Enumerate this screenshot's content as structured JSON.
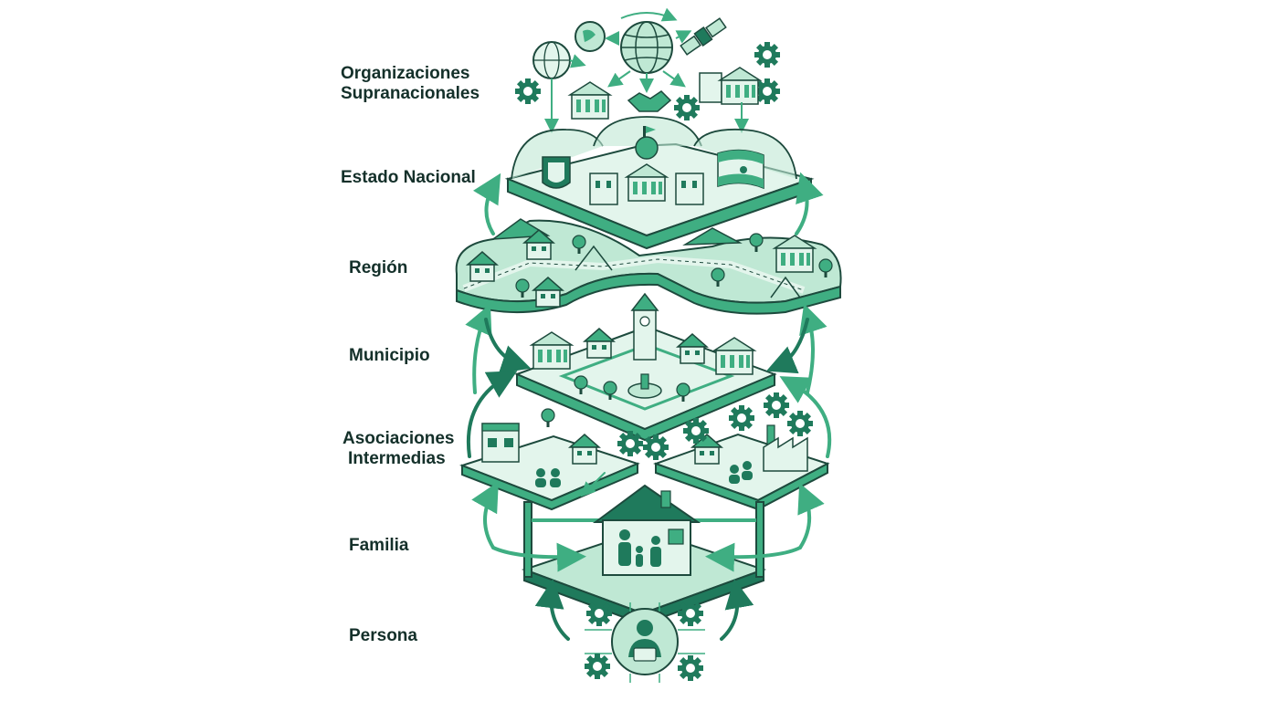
{
  "levels": [
    {
      "id": "supranacionales",
      "lines": [
        "Organizaciones",
        "Supranacionales"
      ]
    },
    {
      "id": "estado",
      "lines": [
        "Estado Nacional"
      ]
    },
    {
      "id": "region",
      "lines": [
        "Región"
      ]
    },
    {
      "id": "municipio",
      "lines": [
        "Municipio"
      ]
    },
    {
      "id": "asociaciones",
      "lines": [
        "Asociaciones",
        "Intermedias"
      ]
    },
    {
      "id": "familia",
      "lines": [
        "Familia"
      ]
    },
    {
      "id": "persona",
      "lines": [
        "Persona"
      ]
    }
  ],
  "colors": {
    "dark": "#1f7a5c",
    "mid": "#3fae82",
    "light": "#bfe8d4",
    "pale": "#e3f5ec",
    "stroke": "#1d4a3d",
    "text": "#14302a"
  }
}
